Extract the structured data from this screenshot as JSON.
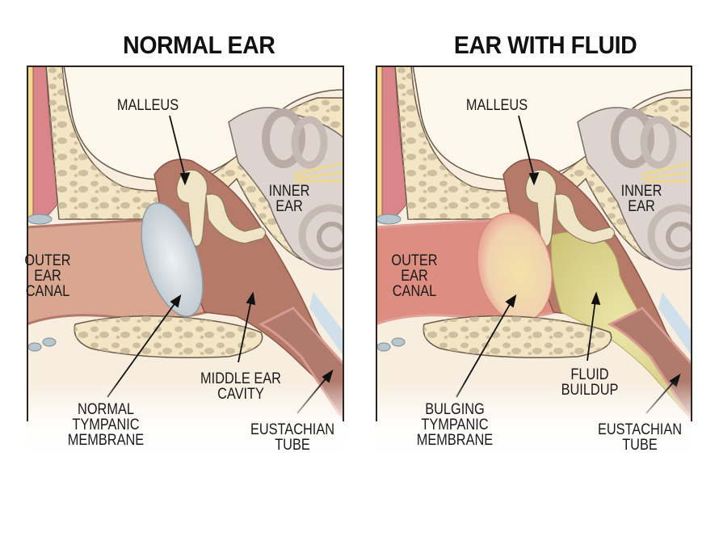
{
  "titles": {
    "left": "NORMAL EAR",
    "right": "EAR WITH FLUID"
  },
  "left_panel": {
    "labels": {
      "malleus": "MALLEUS",
      "inner_ear": "INNER\nEAR",
      "outer_ear_canal": "OUTER\nEAR\nCANAL",
      "middle_ear_cavity": "MIDDLE EAR\nCAVITY",
      "tympanic_membrane": "NORMAL\nTYMPANIC\nMEMBRANE",
      "eustachian_tube": "EUSTACHIAN\nTUBE"
    }
  },
  "right_panel": {
    "labels": {
      "malleus": "MALLEUS",
      "inner_ear": "INNER\nEAR",
      "outer_ear_canal": "OUTER\nEAR\nCANAL",
      "fluid_buildup": "FLUID\nBUILDUP",
      "tympanic_membrane": "BULGING\nTYMPANIC\nMEMBRANE",
      "eustachian_tube": "EUSTACHIAN\nTUBE"
    }
  },
  "colors": {
    "bone": "#f3e6c4",
    "bone_spot": "#c9b79a",
    "canal": "#d9a78f",
    "cavity": "#b57a68",
    "inner_ear": "#ddd3cf",
    "membrane_normal": "#d6dde3",
    "membrane_bulging": "#f1d7a8",
    "fluid": "#d9d08a",
    "muscle": "#d9858a",
    "border": "#2a2320"
  }
}
